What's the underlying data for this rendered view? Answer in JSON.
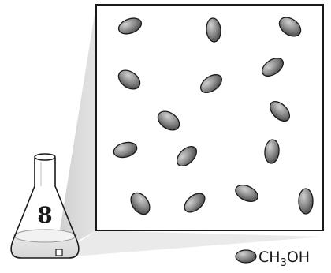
{
  "flask": {
    "number": "8"
  },
  "legend": {
    "formula_main": "CH",
    "formula_sub": "3",
    "formula_tail": "OH"
  },
  "colors": {
    "molecule_fill": "#8a8a8a",
    "molecule_stroke": "#1a1a1a",
    "zoom_beam": "#d9d9d9",
    "box_border": "#1a1a1a",
    "flask_liquid": "#e6e6e6"
  }
}
